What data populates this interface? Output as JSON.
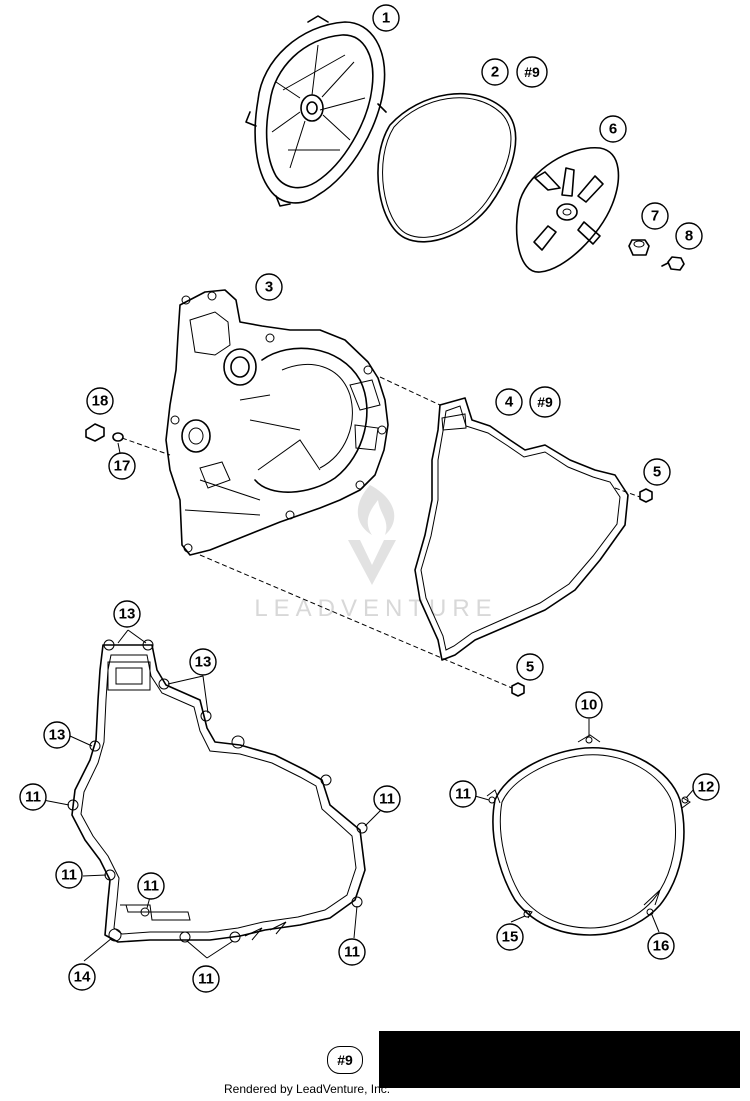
{
  "callouts": {
    "c1": "1",
    "c2": "2",
    "c3": "3",
    "c4": "4",
    "c5a": "5",
    "c5b": "5",
    "c6": "6",
    "c7": "7",
    "c8": "8",
    "c10": "10",
    "c11a": "11",
    "c11b": "11",
    "c11c": "11",
    "c11d": "11",
    "c11e": "11",
    "c11f": "11",
    "c12": "12",
    "c13a": "13",
    "c13b": "13",
    "c13c": "13",
    "c14": "14",
    "c15": "15",
    "c16": "16",
    "c17": "17",
    "c18": "18"
  },
  "kits": {
    "k2": "#9",
    "k4": "#9"
  },
  "watermark": "LEADVENTURE",
  "legend": {
    "kit_code": "#9"
  },
  "footer": "Rendered by LeadVenture, Inc."
}
